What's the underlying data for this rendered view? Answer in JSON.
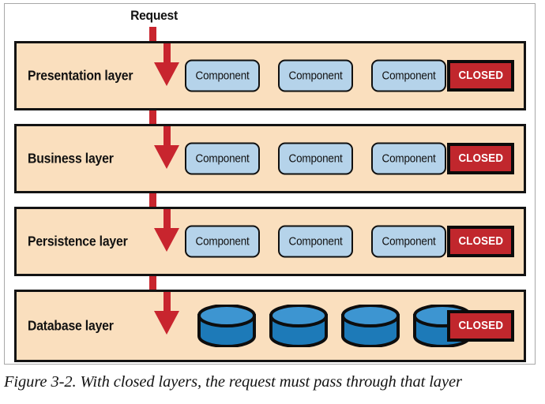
{
  "figure": {
    "caption": "Figure 3-2. With closed layers, the request must pass through that layer",
    "entry_label": "Request"
  },
  "colors": {
    "layer_fill": "#fadfbe",
    "layer_border": "#131313",
    "component_fill": "#b5d3ea",
    "component_border": "#101010",
    "closed_fill": "#c1272d",
    "closed_border": "#0b0b0b",
    "closed_text": "#ffffff",
    "arrow": "#c8252e",
    "cylinder_top": "#3d95d1",
    "cylinder_body": "#1d7ab8",
    "frame": "#a8a8a8",
    "page_background": "#ffffff"
  },
  "layers": [
    {
      "id": "presentation",
      "label": "Presentation layer",
      "badge": "CLOSED",
      "node_type": "component",
      "components": [
        "Component",
        "Component",
        "Component"
      ]
    },
    {
      "id": "business",
      "label": "Business layer",
      "badge": "CLOSED",
      "node_type": "component",
      "components": [
        "Component",
        "Component",
        "Component"
      ]
    },
    {
      "id": "persistence",
      "label": "Persistence layer",
      "badge": "CLOSED",
      "node_type": "component",
      "components": [
        "Component",
        "Component",
        "Component"
      ]
    },
    {
      "id": "database",
      "label": "Database layer",
      "badge": "CLOSED",
      "node_type": "database",
      "databases": [
        "database",
        "database",
        "database",
        "database"
      ]
    }
  ],
  "flow": {
    "direction": "top-to-bottom",
    "arrow_count": 4,
    "description": "Request enters at the Presentation layer and passes downward through every closed layer to the Database layer."
  }
}
